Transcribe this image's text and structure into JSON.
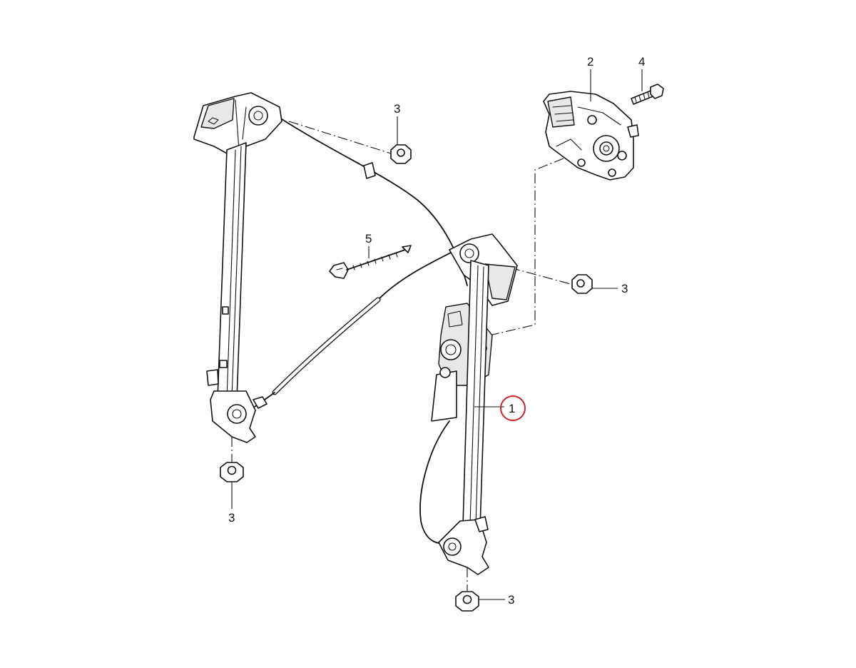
{
  "callouts": {
    "window_regulator": "1",
    "motor": "2",
    "nut_a": "3",
    "nut_b": "3",
    "nut_c": "3",
    "nut_d": "3",
    "screw": "4",
    "cable_tie": "5"
  },
  "highlighted_callout": "1",
  "highlight_color": "#d0202a"
}
